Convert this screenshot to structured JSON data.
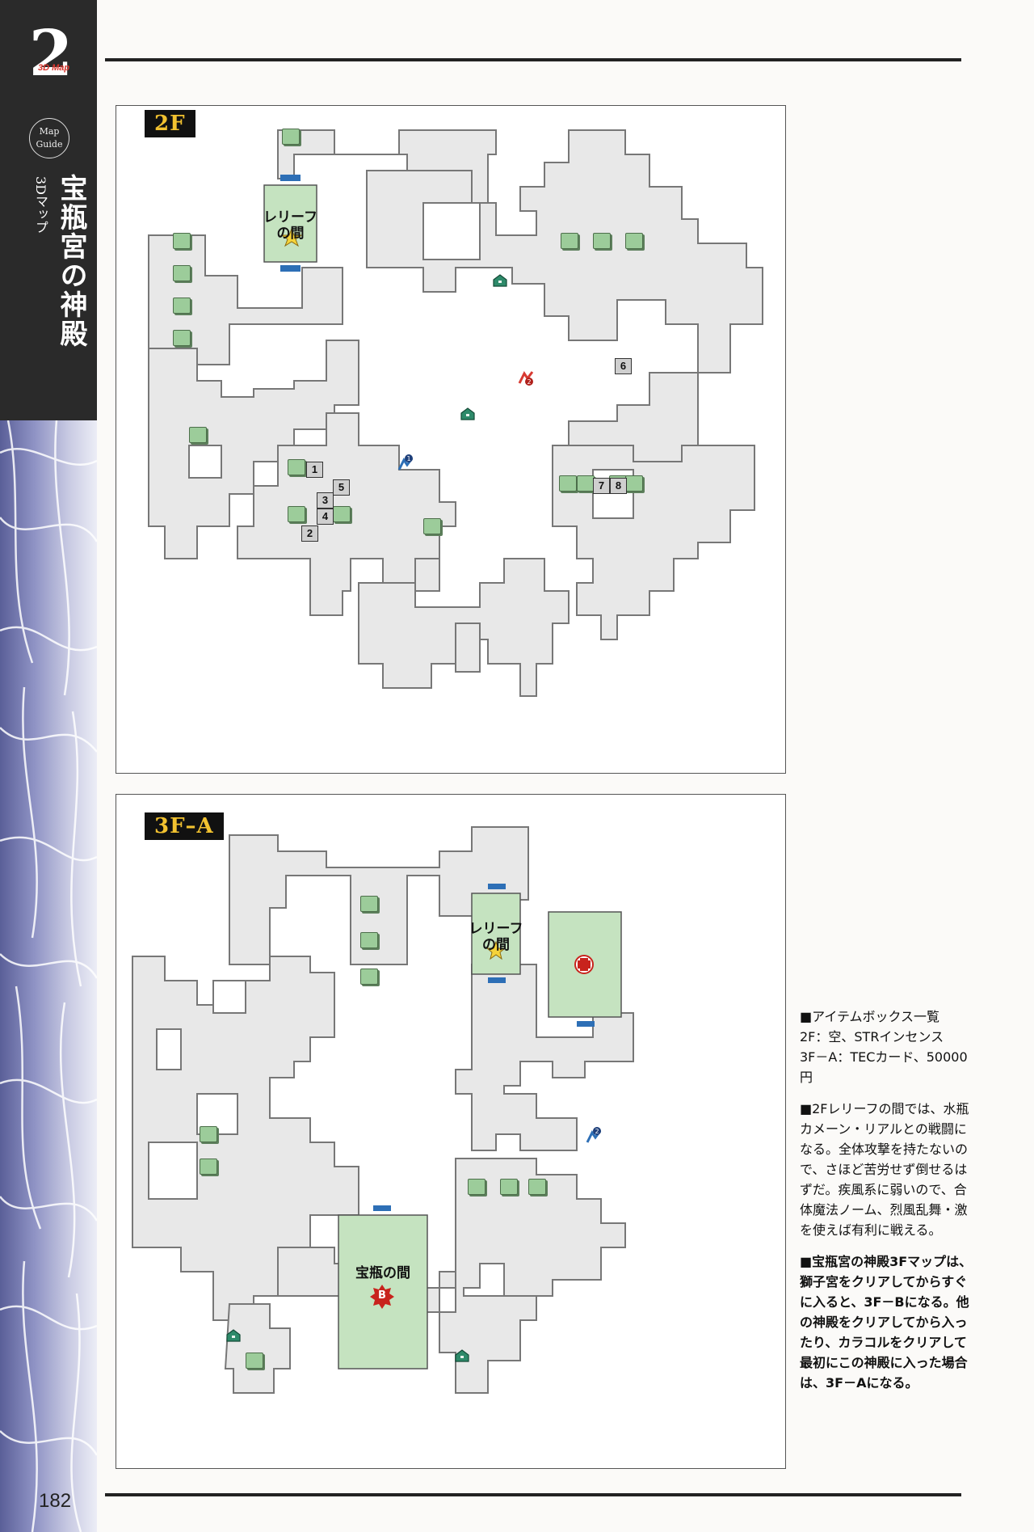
{
  "header": {
    "chapter_number": "2",
    "chapter_tag": "3D Map",
    "guide_badge": [
      "Map",
      "Guide"
    ],
    "title": "宝瓶宮の神殿",
    "subtitle": "3Dマップ"
  },
  "page_number": "182",
  "map_2f": {
    "floor_label": "2F",
    "relief_room_label": "レリーフ\nの間",
    "numbered_markers": [
      "1",
      "2",
      "3",
      "4",
      "5",
      "6",
      "7",
      "8"
    ],
    "warp_markers": [
      "1",
      "2"
    ]
  },
  "map_3fa": {
    "floor_label": "3F–A",
    "relief_room_label": "レリーフ\nの間",
    "boss_room_label": "宝瓶の間",
    "boss_marker": "B",
    "warp_marker": "2"
  },
  "sidebar": {
    "item_box": "■アイテムボックス一覧\n2F：空、STRインセンス\n3F－A：TECカード、50000円",
    "battle_note": "■2Fレリーフの間では、水瓶カメーン・リアルとの戦闘になる。全体攻撃を持たないので、さほど苦労せず倒せるはずだ。疾風系に弱いので、合体魔法ノーム、烈風乱舞・激を使えば有利に戦える。",
    "map_note": "■宝瓶宮の神殿3Fマップは、獅子宮をクリアしてからすぐに入ると、3F－Bになる。他の神殿をクリアしてから入ったり、カラコルをクリアして最初にこの神殿に入った場合は、3F－Aになる。"
  },
  "colors": {
    "floor": "#e8e8e8",
    "room_green": "#c5e3c0",
    "door_blue": "#2d6fb6",
    "tag_yellow": "#f2c230"
  }
}
